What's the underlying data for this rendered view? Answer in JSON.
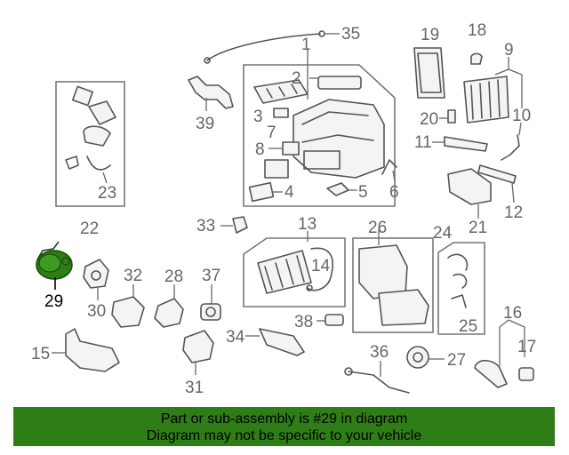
{
  "callouts": {
    "c1": "1",
    "c2": "2",
    "c3": "3",
    "c4": "4",
    "c5": "5",
    "c6": "6",
    "c7": "7",
    "c8": "8",
    "c9": "9",
    "c10": "10",
    "c11": "11",
    "c12": "12",
    "c13": "13",
    "c14": "14",
    "c15": "15",
    "c16": "16",
    "c17": "17",
    "c18": "18",
    "c19": "19",
    "c20": "20",
    "c21": "21",
    "c22": "22",
    "c23": "23",
    "c24": "24",
    "c25": "25",
    "c26": "26",
    "c27": "27",
    "c28": "28",
    "c29": "29",
    "c30": "30",
    "c31": "31",
    "c32": "32",
    "c33": "33",
    "c34": "34",
    "c35": "35",
    "c36": "36",
    "c37": "37",
    "c38": "38",
    "c39": "39"
  },
  "highlight": {
    "part_number": "29",
    "color": "#2e7d17"
  },
  "footer": {
    "line1": "Part or sub-assembly is #29 in diagram",
    "line2": "Diagram may not be specific to your vehicle",
    "background": "#2e7d17"
  }
}
